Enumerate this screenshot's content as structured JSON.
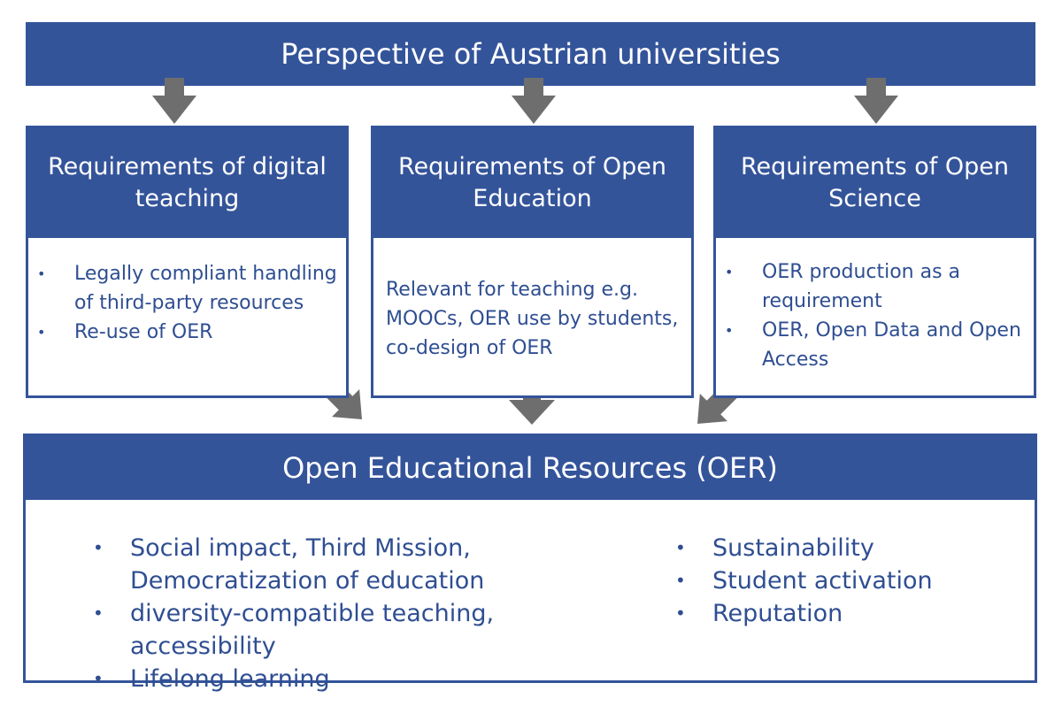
{
  "top_banner": {
    "title": "Perspective of Austrian universities"
  },
  "columns": [
    {
      "title": "Requirements of digital teaching",
      "bullets": [
        "Legally compliant handling of third-party resources",
        "Re-use of OER"
      ]
    },
    {
      "title": "Requirements of Open Education",
      "text": "Relevant for teaching e.g. MOOCs, OER use by students, co-design of OER"
    },
    {
      "title": "Requirements of Open Science",
      "bullets": [
        "OER production as a requirement",
        "OER, Open Data and Open Access"
      ]
    }
  ],
  "oer": {
    "title": "Open Educational Resources (OER)",
    "left_bullets": [
      "Social impact, Third Mission, Democratization of education",
      "diversity-compatible teaching, accessibility",
      "Lifelong learning"
    ],
    "right_bullets": [
      "Sustainability",
      "Student activation",
      "Reputation"
    ]
  },
  "colors": {
    "primary_blue": "#34549a",
    "text_blue": "#2f4e92",
    "arrow_gray": "#6e6e6e"
  }
}
